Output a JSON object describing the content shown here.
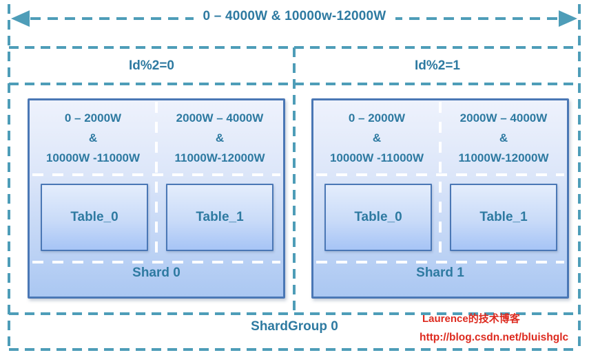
{
  "header_arrow": {
    "label": "0 – 4000W & 10000w-12000W"
  },
  "partitions": {
    "left_label": "Id%2=0",
    "right_label": "Id%2=1"
  },
  "shards": [
    {
      "label": "Shard 0",
      "columns": [
        {
          "range_label": "0 – 2000W\n&\n10000W -11000W",
          "table_label": "Table_0"
        },
        {
          "range_label": "2000W – 4000W\n&\n11000W-12000W",
          "table_label": "Table_1"
        }
      ]
    },
    {
      "label": "Shard 1",
      "columns": [
        {
          "range_label": "0 – 2000W\n&\n10000W -11000W",
          "table_label": "Table_0"
        },
        {
          "range_label": "2000W – 4000W\n&\n11000W-12000W",
          "table_label": "Table_1"
        }
      ]
    }
  ],
  "shard_group": {
    "label": "ShardGroup 0"
  },
  "watermark": {
    "author": "Laurence的技术博客",
    "url": "http://blog.csdn.net/bluishglc"
  },
  "colors": {
    "dash_teal": "#4e9db8",
    "text_teal": "#2e7aa1",
    "box_border_blue": "#4a77b5",
    "box_fill_top": "#eef2fc",
    "box_fill_bottom": "#aac7f2",
    "watermark_red": "#dd2a1f"
  }
}
